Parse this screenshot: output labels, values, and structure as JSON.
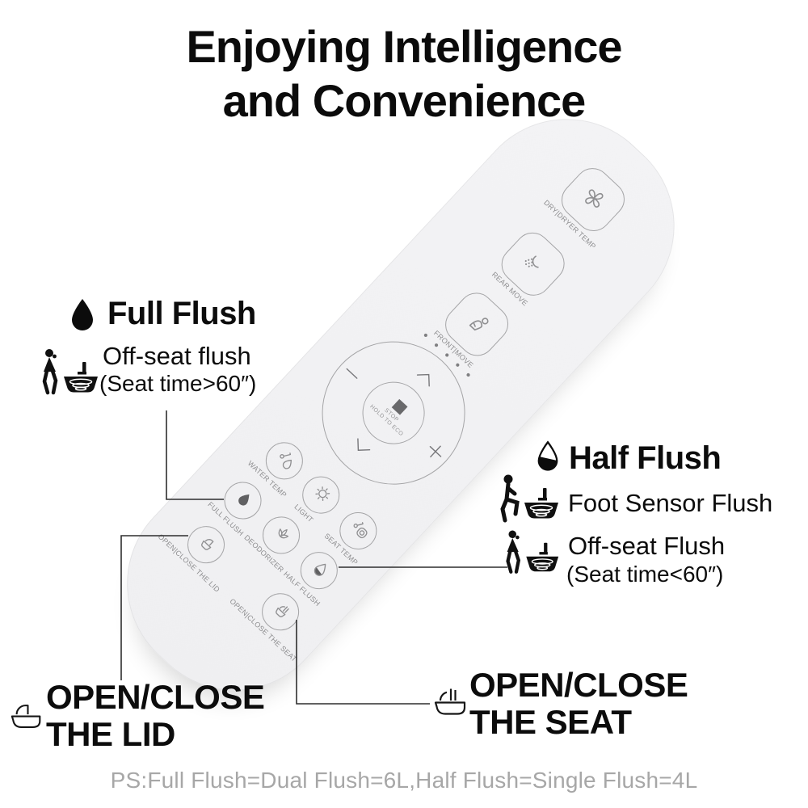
{
  "title": {
    "line1": "Enjoying Intelligence",
    "line2": "and Convenience"
  },
  "remote": {
    "square_buttons": [
      {
        "label": "DRY|DRYER TEMP",
        "icon": "fan-icon"
      },
      {
        "label": "REAR MOVE",
        "icon": "rear-wash-icon"
      },
      {
        "label": "FRONT|MOVE",
        "icon": "front-wash-icon"
      }
    ],
    "dial": {
      "stop_line1": "STOP",
      "stop_line2": "HOLD TO ECO",
      "minus": "−",
      "plus": "+"
    },
    "round_buttons": [
      {
        "label": "WATER TEMP",
        "icon": "water-temp-icon"
      },
      {
        "label": "LIGHT",
        "icon": "light-icon"
      },
      {
        "label": "SEAT TEMP",
        "icon": "seat-temp-icon"
      },
      {
        "label": "FULL FLUSH",
        "icon": "full-flush-icon"
      },
      {
        "label": "DEODORIZER",
        "icon": "deodorizer-icon"
      },
      {
        "label": "HALF FLUSH",
        "icon": "half-flush-icon"
      },
      {
        "label": "OPEN|CLOSE THE LID",
        "icon": "open-close-lid-icon"
      },
      {
        "label": "OPEN|CLOSE THE SEAT",
        "icon": "open-close-seat-icon"
      }
    ]
  },
  "annotations": {
    "full_flush": {
      "title": "Full Flush",
      "line1": "Off-seat flush",
      "line2": "(Seat time>60″)"
    },
    "half_flush": {
      "title": "Half Flush",
      "row1": "Foot Sensor Flush",
      "row2_line1": "Off-seat Flush",
      "row2_line2": "(Seat time<60″)"
    },
    "open_close_lid": {
      "line1": "OPEN/CLOSE",
      "line2": "THE LID"
    },
    "open_close_seat": {
      "line1": "OPEN/CLOSE",
      "line2": "THE SEAT"
    }
  },
  "footnote": "PS:Full Flush=Dual Flush=6L,Half Flush=Single Flush=4L",
  "colors": {
    "remote_body": "#f1f1f3",
    "button_outline": "#a5a5a7",
    "icon_gray": "#8f8f91",
    "dark_fill": "#606062",
    "text_black": "#0c0c0c",
    "footnote_gray": "#a7a7a7",
    "connector": "#2e2e2e"
  }
}
